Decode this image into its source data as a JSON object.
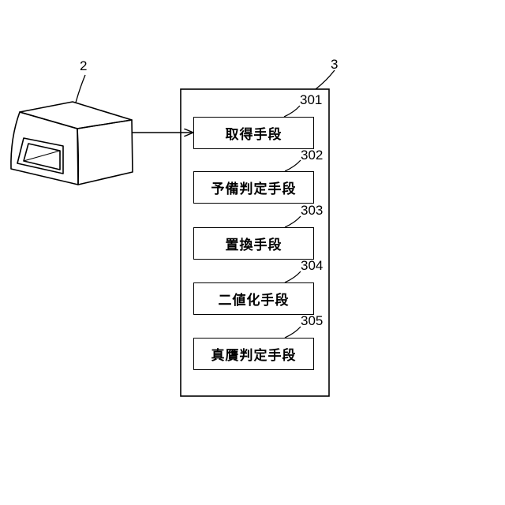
{
  "device": {
    "ref": "2"
  },
  "system": {
    "ref": "3",
    "means": [
      {
        "ref": "301",
        "label": "取得手段"
      },
      {
        "ref": "302",
        "label": "予備判定手段"
      },
      {
        "ref": "303",
        "label": "置換手段"
      },
      {
        "ref": "304",
        "label": "二値化手段"
      },
      {
        "ref": "305",
        "label": "真贋判定手段"
      }
    ]
  }
}
